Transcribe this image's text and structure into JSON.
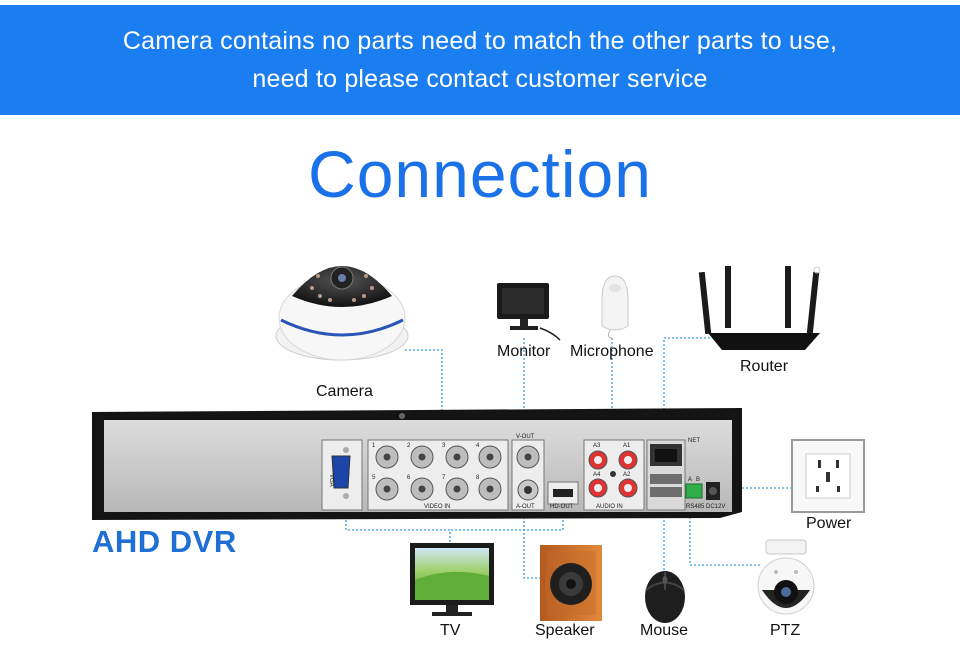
{
  "banner": {
    "line1": "Camera contains no parts need to match the other parts to use,",
    "line2": "need to please contact customer service"
  },
  "headline": "Connection",
  "dvr": {
    "title": "AHD DVR",
    "ports": {
      "vga": "VGA",
      "video_in": "VIDEO IN",
      "v_out": "V-OUT",
      "a_out": "A-OUT",
      "hd_out": "HD-OUT",
      "audio_in": "AUDIO IN",
      "a3": "A3",
      "a1": "A1",
      "a4": "A4",
      "a2": "A2",
      "net": "NET",
      "rs485": "RS485",
      "dc12v": "DC12V",
      "a": "A",
      "b": "B",
      "channels": [
        "1",
        "2",
        "3",
        "4",
        "5",
        "6",
        "7",
        "8"
      ]
    }
  },
  "devices": {
    "camera": "Camera",
    "monitor": "Monitor",
    "microphone": "Microphone",
    "router": "Router",
    "power": "Power",
    "tv": "TV",
    "speaker": "Speaker",
    "mouse": "Mouse",
    "ptz": "PTZ"
  },
  "colors": {
    "banner": "#1a7df0",
    "headline": "#1b72e8",
    "dvr_title": "#1f6fd4",
    "connector_line": "#3a9fe0"
  }
}
